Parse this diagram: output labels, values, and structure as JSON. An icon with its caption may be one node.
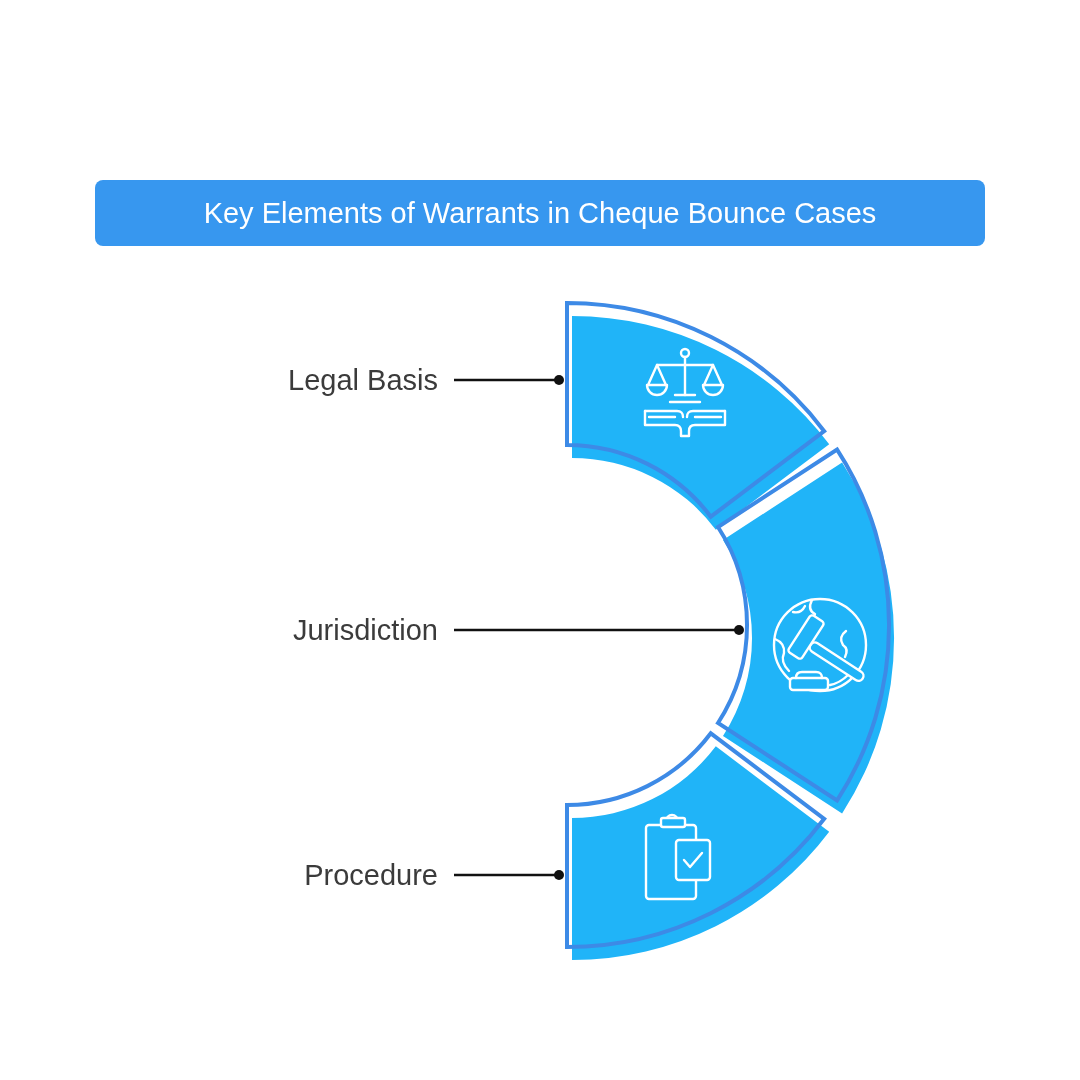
{
  "diagram": {
    "title": "Key Elements of Warrants in Cheque Bounce Cases",
    "nodes": [
      {
        "text": [
          "Legal Basis"
        ]
      },
      {
        "text": [],
        "shape": "arc"
      },
      {
        "text": [
          "Jurisdiction"
        ]
      },
      {
        "text": [],
        "shape": "arc"
      },
      {
        "text": [
          "Procedure"
        ]
      },
      {
        "text": [],
        "shape": "arc"
      }
    ],
    "edges": [
      {
        "from": 0,
        "to": 1,
        "arrow": "other"
      },
      {
        "from": 2,
        "to": 3,
        "arrow": "other"
      },
      {
        "from": 4,
        "to": 5,
        "arrow": "other"
      }
    ]
  }
}
